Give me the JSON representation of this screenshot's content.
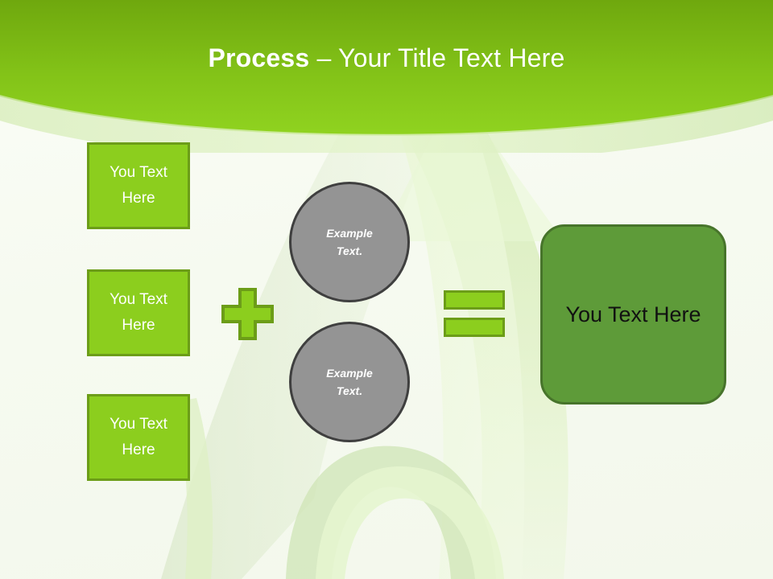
{
  "slide": {
    "title_strong": "Process",
    "title_rest": " – Your Title Text Here",
    "background_color": "#f7fbf2",
    "header_gradient_top": "#6FA80E",
    "header_gradient_bottom": "#8ED11F"
  },
  "colors": {
    "bright_green": "#8CCE1E",
    "bright_green_border": "#6C9D18",
    "result_green": "#5E9B39",
    "result_green_border": "#47742B",
    "circle_gray": "#949494",
    "circle_gray_border": "#3F3F3F",
    "title_text": "#FFFFFF",
    "box_text": "#FFFFFF",
    "result_text": "#111111",
    "ribbon_light": "#DCF0B8"
  },
  "inputs": [
    {
      "line1": "You Text",
      "line2": "Here"
    },
    {
      "line1": "You Text",
      "line2": "Here"
    },
    {
      "line1": "You Text",
      "line2": "Here"
    }
  ],
  "operators": {
    "plus": "+",
    "equals": "="
  },
  "circles": [
    {
      "line1": "Example",
      "line2": "Text."
    },
    {
      "line1": "Example",
      "line2": "Text."
    }
  ],
  "result": {
    "label": "You Text Here"
  }
}
